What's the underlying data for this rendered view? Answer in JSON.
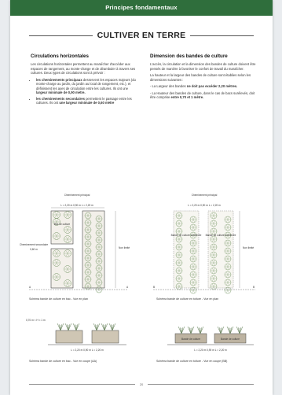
{
  "header": {
    "title": "Principes fondamentaux"
  },
  "page_title": "CULTIVER EN TERRE",
  "left": {
    "heading": "Circulations horizontales",
    "intro": "Les circulations horizontales permettent au maraîcher d'accéder aux espaces de rangement, au monte-charge et de déambuler à travers ses cultures. Deux types de circulations sont à prévoir :",
    "bullet1_bold": "les cheminements principaux",
    "bullet1_text": " desservent les espaces majeurs (du monte-charge au jardin, du jardin au local de rangement, etc.), et définissent les axes de circulation entre les cultures. Ils ont une ",
    "bullet1_bold2": "largeur minimale de 0,90 mètre.",
    "bullet2_bold": "les cheminements secondaires",
    "bullet2_text": " permettent le passage entre les cultures. Ils ont ",
    "bullet2_bold2": "une largeur minimale de 0,60 mètre"
  },
  "right": {
    "heading": "Dimension des bandes de culture",
    "p1": "L'accès, la circulation et la dimension des bandes de culture doivent être pensés de manière à favoriser le confort de travail du maraîcher.",
    "p2": "La hauteur et la largeur des bandes de culture sont établies selon les dimensions suivantes :",
    "item1_text": "- La Largeur des bandes ",
    "item1_bold": "ne doit pas excéder 2,20 mètres.",
    "item2_text": "- La Hauteur des bandes de culture, dans le cas de bacs surélevés, doit être comprise ",
    "item2_bold": "entre 0,70 et 1 mètre."
  },
  "fig_left": {
    "chem_principal": "Cheminement principal",
    "dims": "L = 2,20 m    0,90 m    L = 2,20 m",
    "bac1": "Bac de culture",
    "chem_secondaire": "Cheminement secondaire",
    "secondaire_dim": "0,60 m",
    "non_limite": "Non limité",
    "section_a": "A",
    "caption": "Schéma bande de culture en bac - Vue en plan"
  },
  "fig_right": {
    "chem_principal": "Cheminement principal",
    "dims": "L = 2,20 m    0,90 m    L = 2,20 m",
    "bande": "Bande de culture surélevée",
    "non_limite": "Non limité",
    "section_b": "B",
    "caption": "Schéma bande de culture en toiture - Vue en plan"
  },
  "section_left": {
    "height_label": "0,70 m < H < 1 m",
    "dims": "L = 2,20 m    0,90 m    L = 2,20 m",
    "caption": "Schéma bande de culture en bac - Vue en coupe (AA)"
  },
  "section_right": {
    "bande": "Bande de culture",
    "dims": "L = 2,20 m    0,90 m    L = 2,20 m",
    "caption": "Schéma bande de culture en toiture - Vue en coupe (BB)"
  },
  "footer": {
    "page_number": "20"
  },
  "colors": {
    "header_bg": "#2f6e3c",
    "plant": "#7a9a6a",
    "soil": "#8a7a64"
  }
}
